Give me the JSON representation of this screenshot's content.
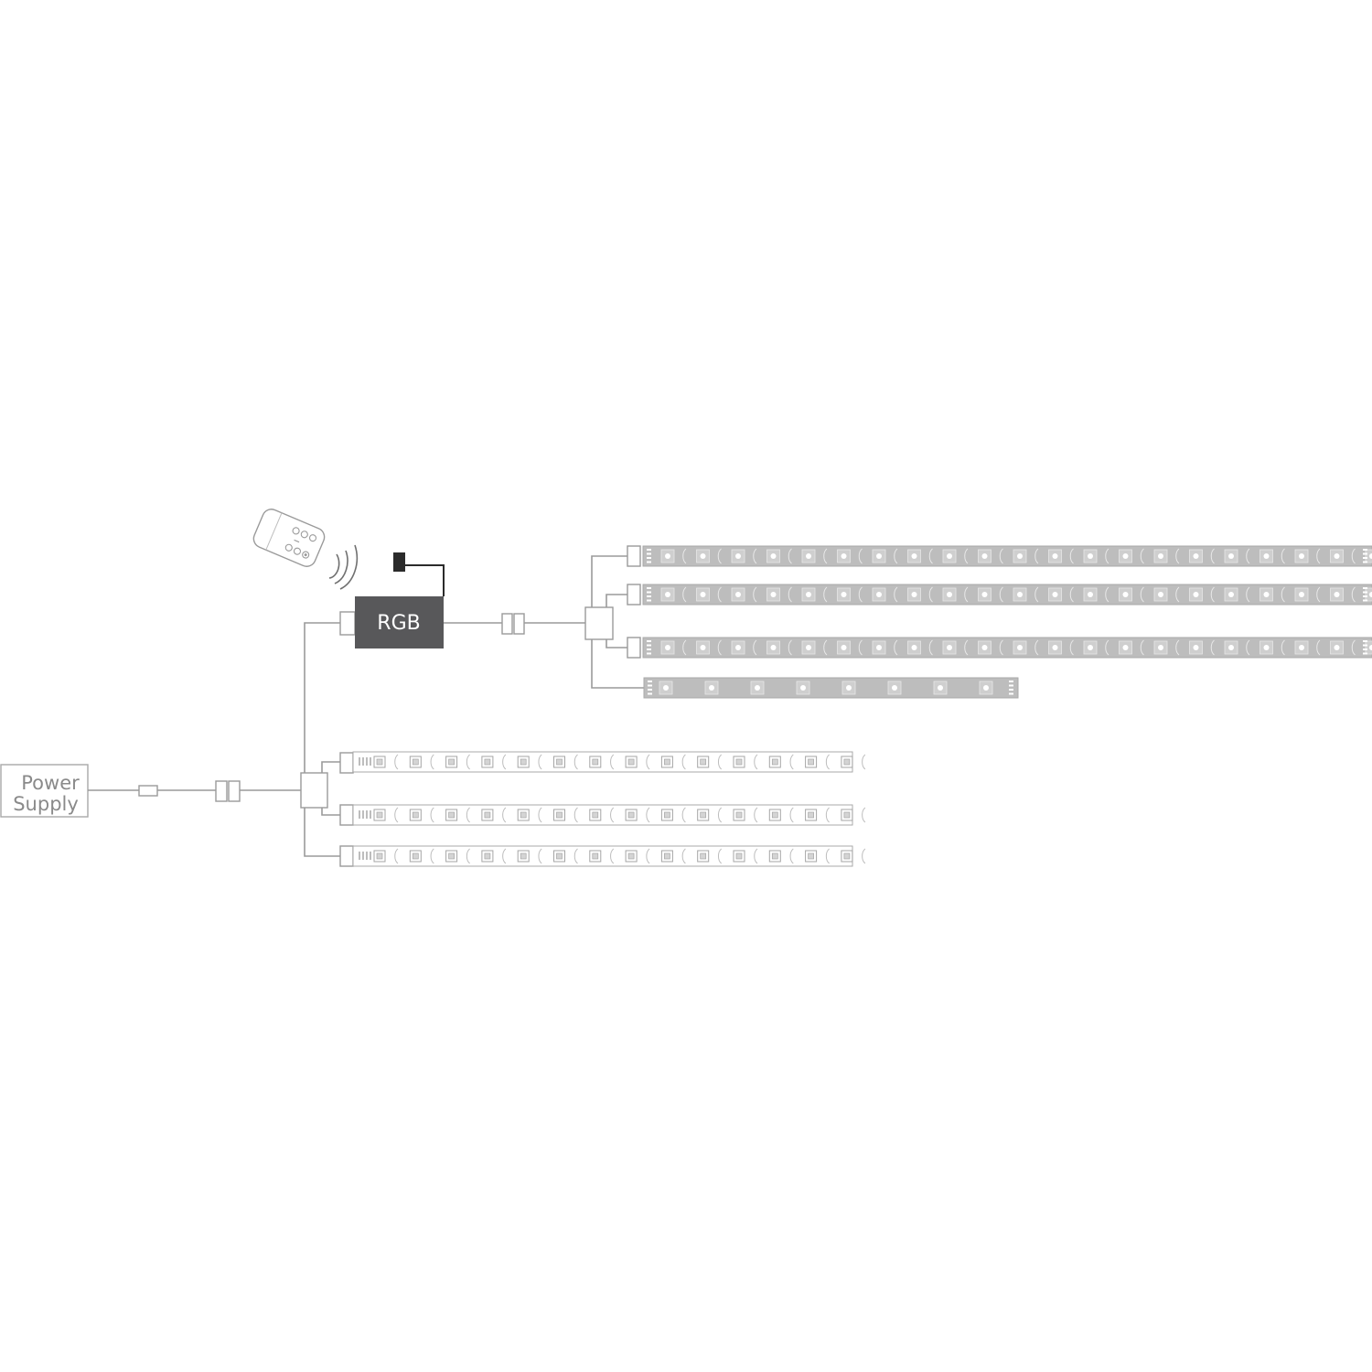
{
  "power_supply": {
    "label_line1": "Power",
    "label_line2": "Supply"
  },
  "controller": {
    "label": "RGB"
  },
  "colors": {
    "wire": "#9a9a9a",
    "strip_fill": "#bdbdbd",
    "strip_outline": "#a9a9a9",
    "controller_fill": "#58585a",
    "controller_text": "#ffffff",
    "ir_sensor": "#2b2b2b",
    "label_text": "#8a8a8a"
  },
  "upper_strips": {
    "count": 4,
    "leds_per_full_strip": 21,
    "leds_short_strip": 8
  },
  "lower_strips": {
    "count": 3,
    "leds_per_strip": 14
  }
}
